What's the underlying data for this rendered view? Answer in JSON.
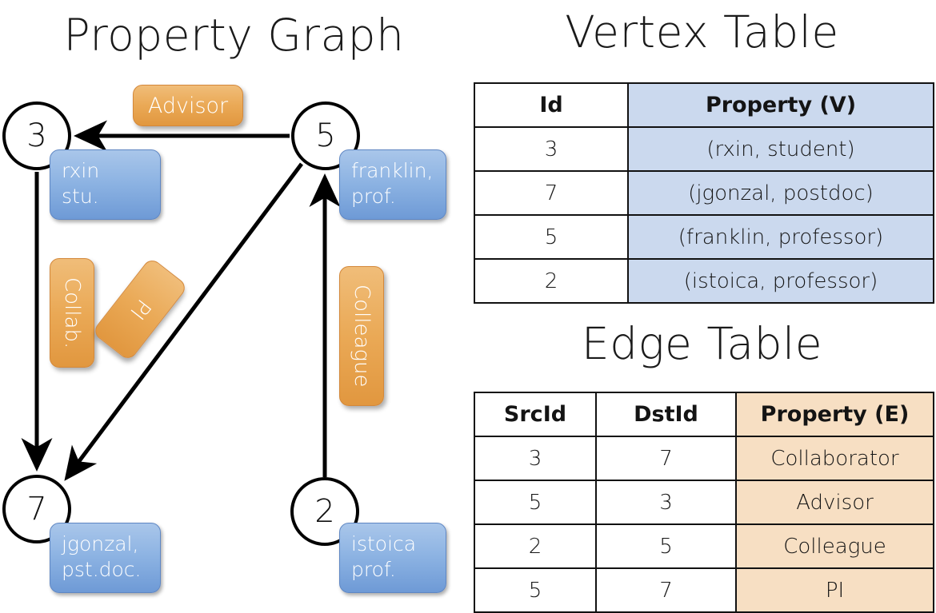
{
  "titles": {
    "property_graph": "Property Graph",
    "vertex_table": "Vertex Table",
    "edge_table": "Edge Table"
  },
  "graph": {
    "nodes": [
      {
        "id": "3",
        "name": "rxin",
        "role": "stu."
      },
      {
        "id": "5",
        "name": "franklin,",
        "role": "prof."
      },
      {
        "id": "7",
        "name": "jgonzal,",
        "role": "pst.doc."
      },
      {
        "id": "2",
        "name": "istoica",
        "role": "prof."
      }
    ],
    "edge_labels": {
      "advisor": "Advisor",
      "collab": "Collab.",
      "pi": "PI",
      "colleague": "Colleague"
    }
  },
  "vertex_table": {
    "headers": [
      "Id",
      "Property (V)"
    ],
    "rows": [
      {
        "id": "3",
        "property": "(rxin, student)"
      },
      {
        "id": "7",
        "property": "(jgonzal, postdoc)"
      },
      {
        "id": "5",
        "property": "(franklin, professor)"
      },
      {
        "id": "2",
        "property": "(istoica, professor)"
      }
    ]
  },
  "edge_table": {
    "headers": [
      "SrcId",
      "DstId",
      "Property (E)"
    ],
    "rows": [
      {
        "src": "3",
        "dst": "7",
        "property": "Collaborator"
      },
      {
        "src": "5",
        "dst": "3",
        "property": "Advisor"
      },
      {
        "src": "2",
        "dst": "5",
        "property": "Colleague"
      },
      {
        "src": "5",
        "dst": "7",
        "property": "PI"
      }
    ]
  },
  "colors": {
    "vertex_property_fill": "#cbd9ee",
    "edge_property_fill": "#f7dfc3",
    "callout_blue": "#8eb4e3",
    "callout_orange": "#eaa956",
    "stroke": "#111111",
    "background": "#ffffff"
  }
}
